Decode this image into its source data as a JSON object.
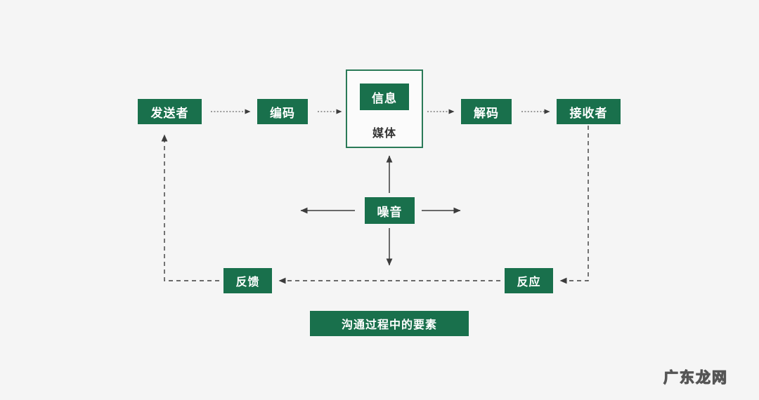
{
  "diagram": {
    "title": "沟通过程中的要素",
    "background_color": "#f5f5f5",
    "accent_color": "#19704c",
    "line_color": "#3c3c3c",
    "nodes": {
      "sender": "发送者",
      "encode": "编码",
      "message": "信息",
      "media": "媒体",
      "decode": "解码",
      "receiver": "接收者",
      "noise": "噪音",
      "feedback": "反馈",
      "response": "反应"
    },
    "connections": [
      {
        "from": "发送者",
        "to": "编码",
        "style": "dotted",
        "direction": "right"
      },
      {
        "from": "编码",
        "to": "信息/媒体",
        "style": "dotted",
        "direction": "right"
      },
      {
        "from": "信息/媒体",
        "to": "解码",
        "style": "dotted",
        "direction": "right"
      },
      {
        "from": "解码",
        "to": "接收者",
        "style": "dotted",
        "direction": "right"
      },
      {
        "from": "噪音",
        "to": "信息/媒体",
        "style": "solid",
        "direction": "up"
      },
      {
        "from": "噪音",
        "to": "left",
        "style": "solid",
        "direction": "left"
      },
      {
        "from": "噪音",
        "to": "right",
        "style": "solid",
        "direction": "right"
      },
      {
        "from": "噪音",
        "to": "down",
        "style": "solid",
        "direction": "down"
      },
      {
        "from": "接收者",
        "to": "反应",
        "style": "dashed",
        "direction": "down-left"
      },
      {
        "from": "反应",
        "to": "反馈",
        "style": "dashed",
        "direction": "left"
      },
      {
        "from": "反馈",
        "to": "发送者",
        "style": "dashed",
        "direction": "left-up"
      }
    ]
  },
  "watermark": {
    "text": "广东龙网"
  }
}
